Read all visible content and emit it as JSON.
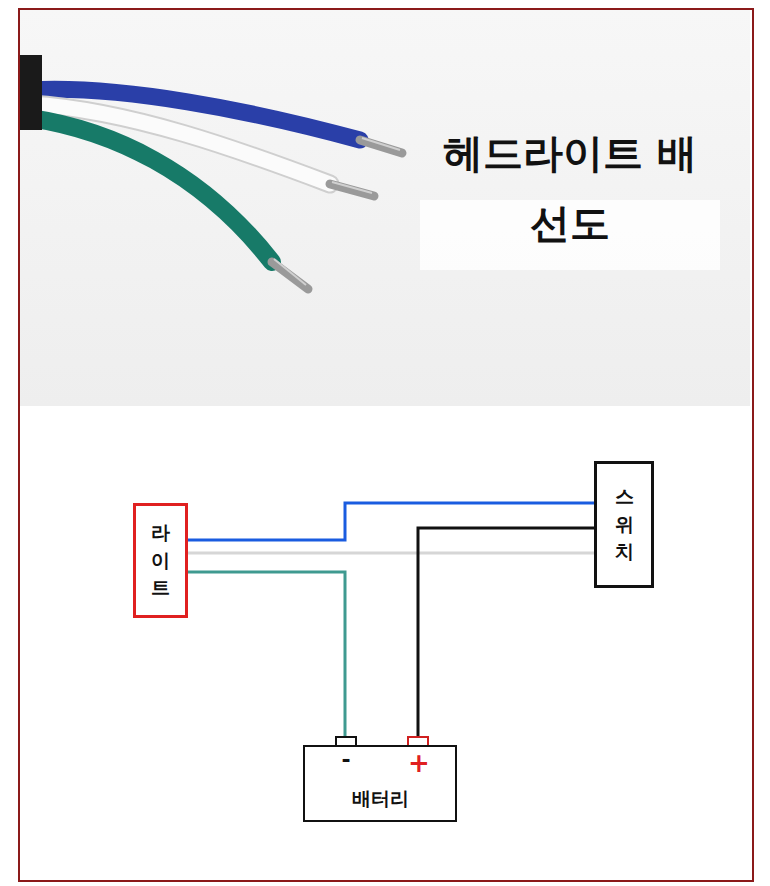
{
  "diagram": {
    "title": "헤드라이트 배선도",
    "nodes": [
      {
        "text": [
          "라이트"
        ]
      },
      {
        "text": [
          "스위치"
        ]
      },
      {
        "text": [
          "배터리"
        ]
      }
    ],
    "edges": [
      {
        "from": 0,
        "to": 1,
        "arrow": "none"
      },
      {
        "from": 0,
        "to": 1,
        "arrow": "none"
      },
      {
        "from": 0,
        "to": 2,
        "arrow": "none"
      },
      {
        "from": 1,
        "to": 2,
        "arrow": "none"
      }
    ],
    "labels": [
      "-",
      "+"
    ]
  }
}
